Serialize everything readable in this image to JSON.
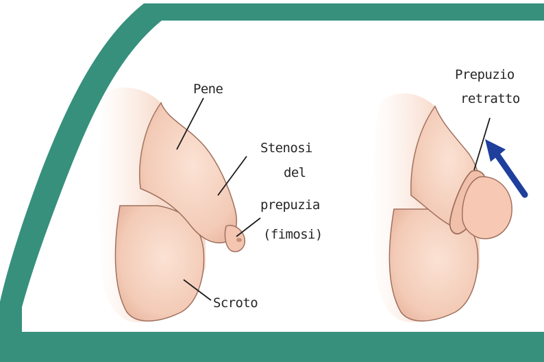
{
  "colors": {
    "frame_outer": "#36907c",
    "frame_inner": "#ffffff",
    "skin": "#f5d2c0",
    "skin_shadow": "#d9a48c",
    "outline": "#a0705e",
    "glans": "#f7c8b4",
    "arrow": "#1f3f9c",
    "leader": "#1a1a1a"
  },
  "left_figure": {
    "labels": {
      "pene": "Pene",
      "stenosi_line1": "Stenosi",
      "stenosi_line2": "del",
      "stenosi_line3": "prepuzia",
      "stenosi_line4": "(fimosi)",
      "scroto": "Scroto"
    }
  },
  "right_figure": {
    "labels": {
      "prepuzio_line1": "Prepuzio",
      "prepuzio_line2": "retratto"
    },
    "arrow_icon": "arrow-up-left-icon"
  }
}
